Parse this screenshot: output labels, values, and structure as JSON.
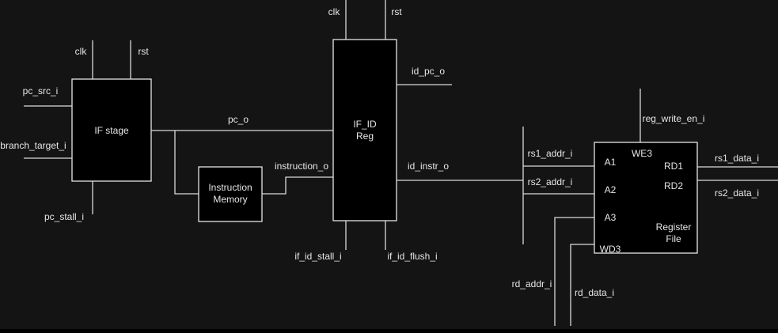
{
  "blocks": {
    "if_stage": "IF stage",
    "instr_mem": [
      "Instruction",
      "Memory"
    ],
    "if_id_reg": [
      "IF_ID",
      "Reg"
    ],
    "reg_file": {
      "name": [
        "Register",
        "File"
      ],
      "ports": {
        "we3": "WE3",
        "a1": "A1",
        "a2": "A2",
        "a3": "A3",
        "wd3": "WD3",
        "rd1": "RD1",
        "rd2": "RD2"
      }
    }
  },
  "signals": {
    "clk": "clk",
    "rst": "rst",
    "pc_src_i": "pc_src_i",
    "branch_target_i": "branch_target_i",
    "pc_stall_i": "pc_stall_i",
    "pc_o": "pc_o",
    "instruction_o": "instruction_o",
    "id_pc_o": "id_pc_o",
    "id_instr_o": "id_instr_o",
    "if_id_stall_i": "if_id_stall_i",
    "if_id_flush_i": "if_id_flush_i",
    "rs1_addr_i": "rs1_addr_i",
    "rs2_addr_i": "rs2_addr_i",
    "rd_addr_i": "rd_addr_i",
    "rd_data_i": "rd_data_i",
    "reg_write_en_i": "reg_write_en_i",
    "rs1_data_i": "rs1_data_i",
    "rs2_data_i": "rs2_data_i"
  }
}
